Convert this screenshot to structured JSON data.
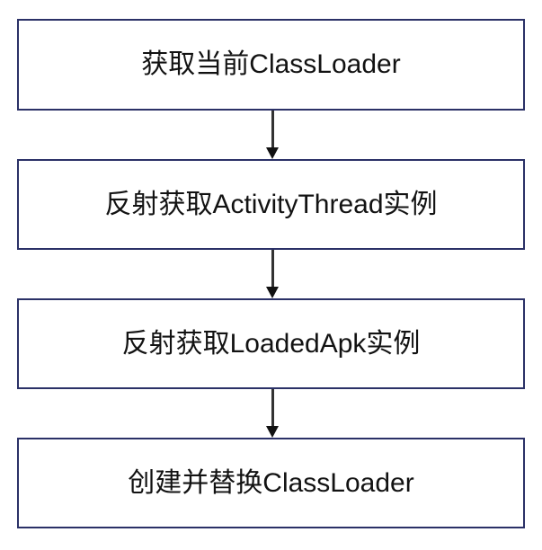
{
  "diagram": {
    "type": "flowchart",
    "orientation": "vertical",
    "background_color": "#ffffff",
    "node_border_color": "#2b3167",
    "node_fill_color": "#ffffff",
    "text_color": "#121212",
    "arrow_color": "#111111",
    "nodes": [
      {
        "id": "node-1",
        "label": "获取当前ClassLoader"
      },
      {
        "id": "node-2",
        "label": "反射获取ActivityThread实例"
      },
      {
        "id": "node-3",
        "label": "反射获取LoadedApk实例"
      },
      {
        "id": "node-4",
        "label": "创建并替换ClassLoader"
      }
    ],
    "edges": [
      {
        "id": "connector-1",
        "from": "node-1",
        "to": "node-2",
        "arrowhead": "filled-triangle-down"
      },
      {
        "id": "connector-2",
        "from": "node-2",
        "to": "node-3",
        "arrowhead": "filled-triangle-down"
      },
      {
        "id": "connector-3",
        "from": "node-3",
        "to": "node-4",
        "arrowhead": "filled-triangle-down"
      }
    ]
  }
}
